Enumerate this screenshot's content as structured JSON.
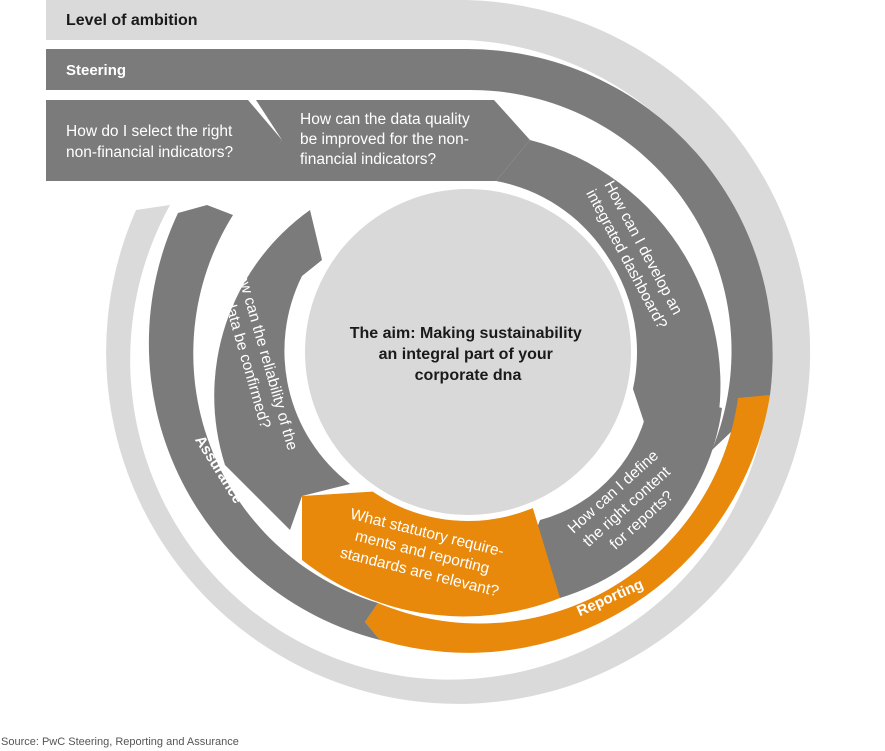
{
  "labels": {
    "ambition": "Level of ambition",
    "steering": "Steering",
    "reporting": "Reporting",
    "assurance": "Assurance"
  },
  "questions": {
    "indicators": [
      "How do I select the right",
      "non-financial indicators?"
    ],
    "data_quality": [
      "How can the data quality",
      "be improved for the non-",
      "financial indicators?"
    ],
    "dashboard": [
      "How can I develop an",
      "integrated dashboard?"
    ],
    "content": [
      "How can I define",
      "the right content",
      "for reports?"
    ],
    "statutory": [
      "What statutory require-",
      "ments and reporting",
      "standards are relevant?"
    ],
    "reliability": [
      "How can the reliability of the",
      "data be confirmed?"
    ]
  },
  "aim": [
    "The aim: Making sustainability",
    "an integral part of your",
    "corporate dna"
  ],
  "source": "Source: PwC Steering, Reporting and Assurance",
  "colors": {
    "light_grey": "#dadada",
    "dark_grey": "#7b7b7b",
    "orange": "#e8890c",
    "center": "#d9d9d9"
  }
}
